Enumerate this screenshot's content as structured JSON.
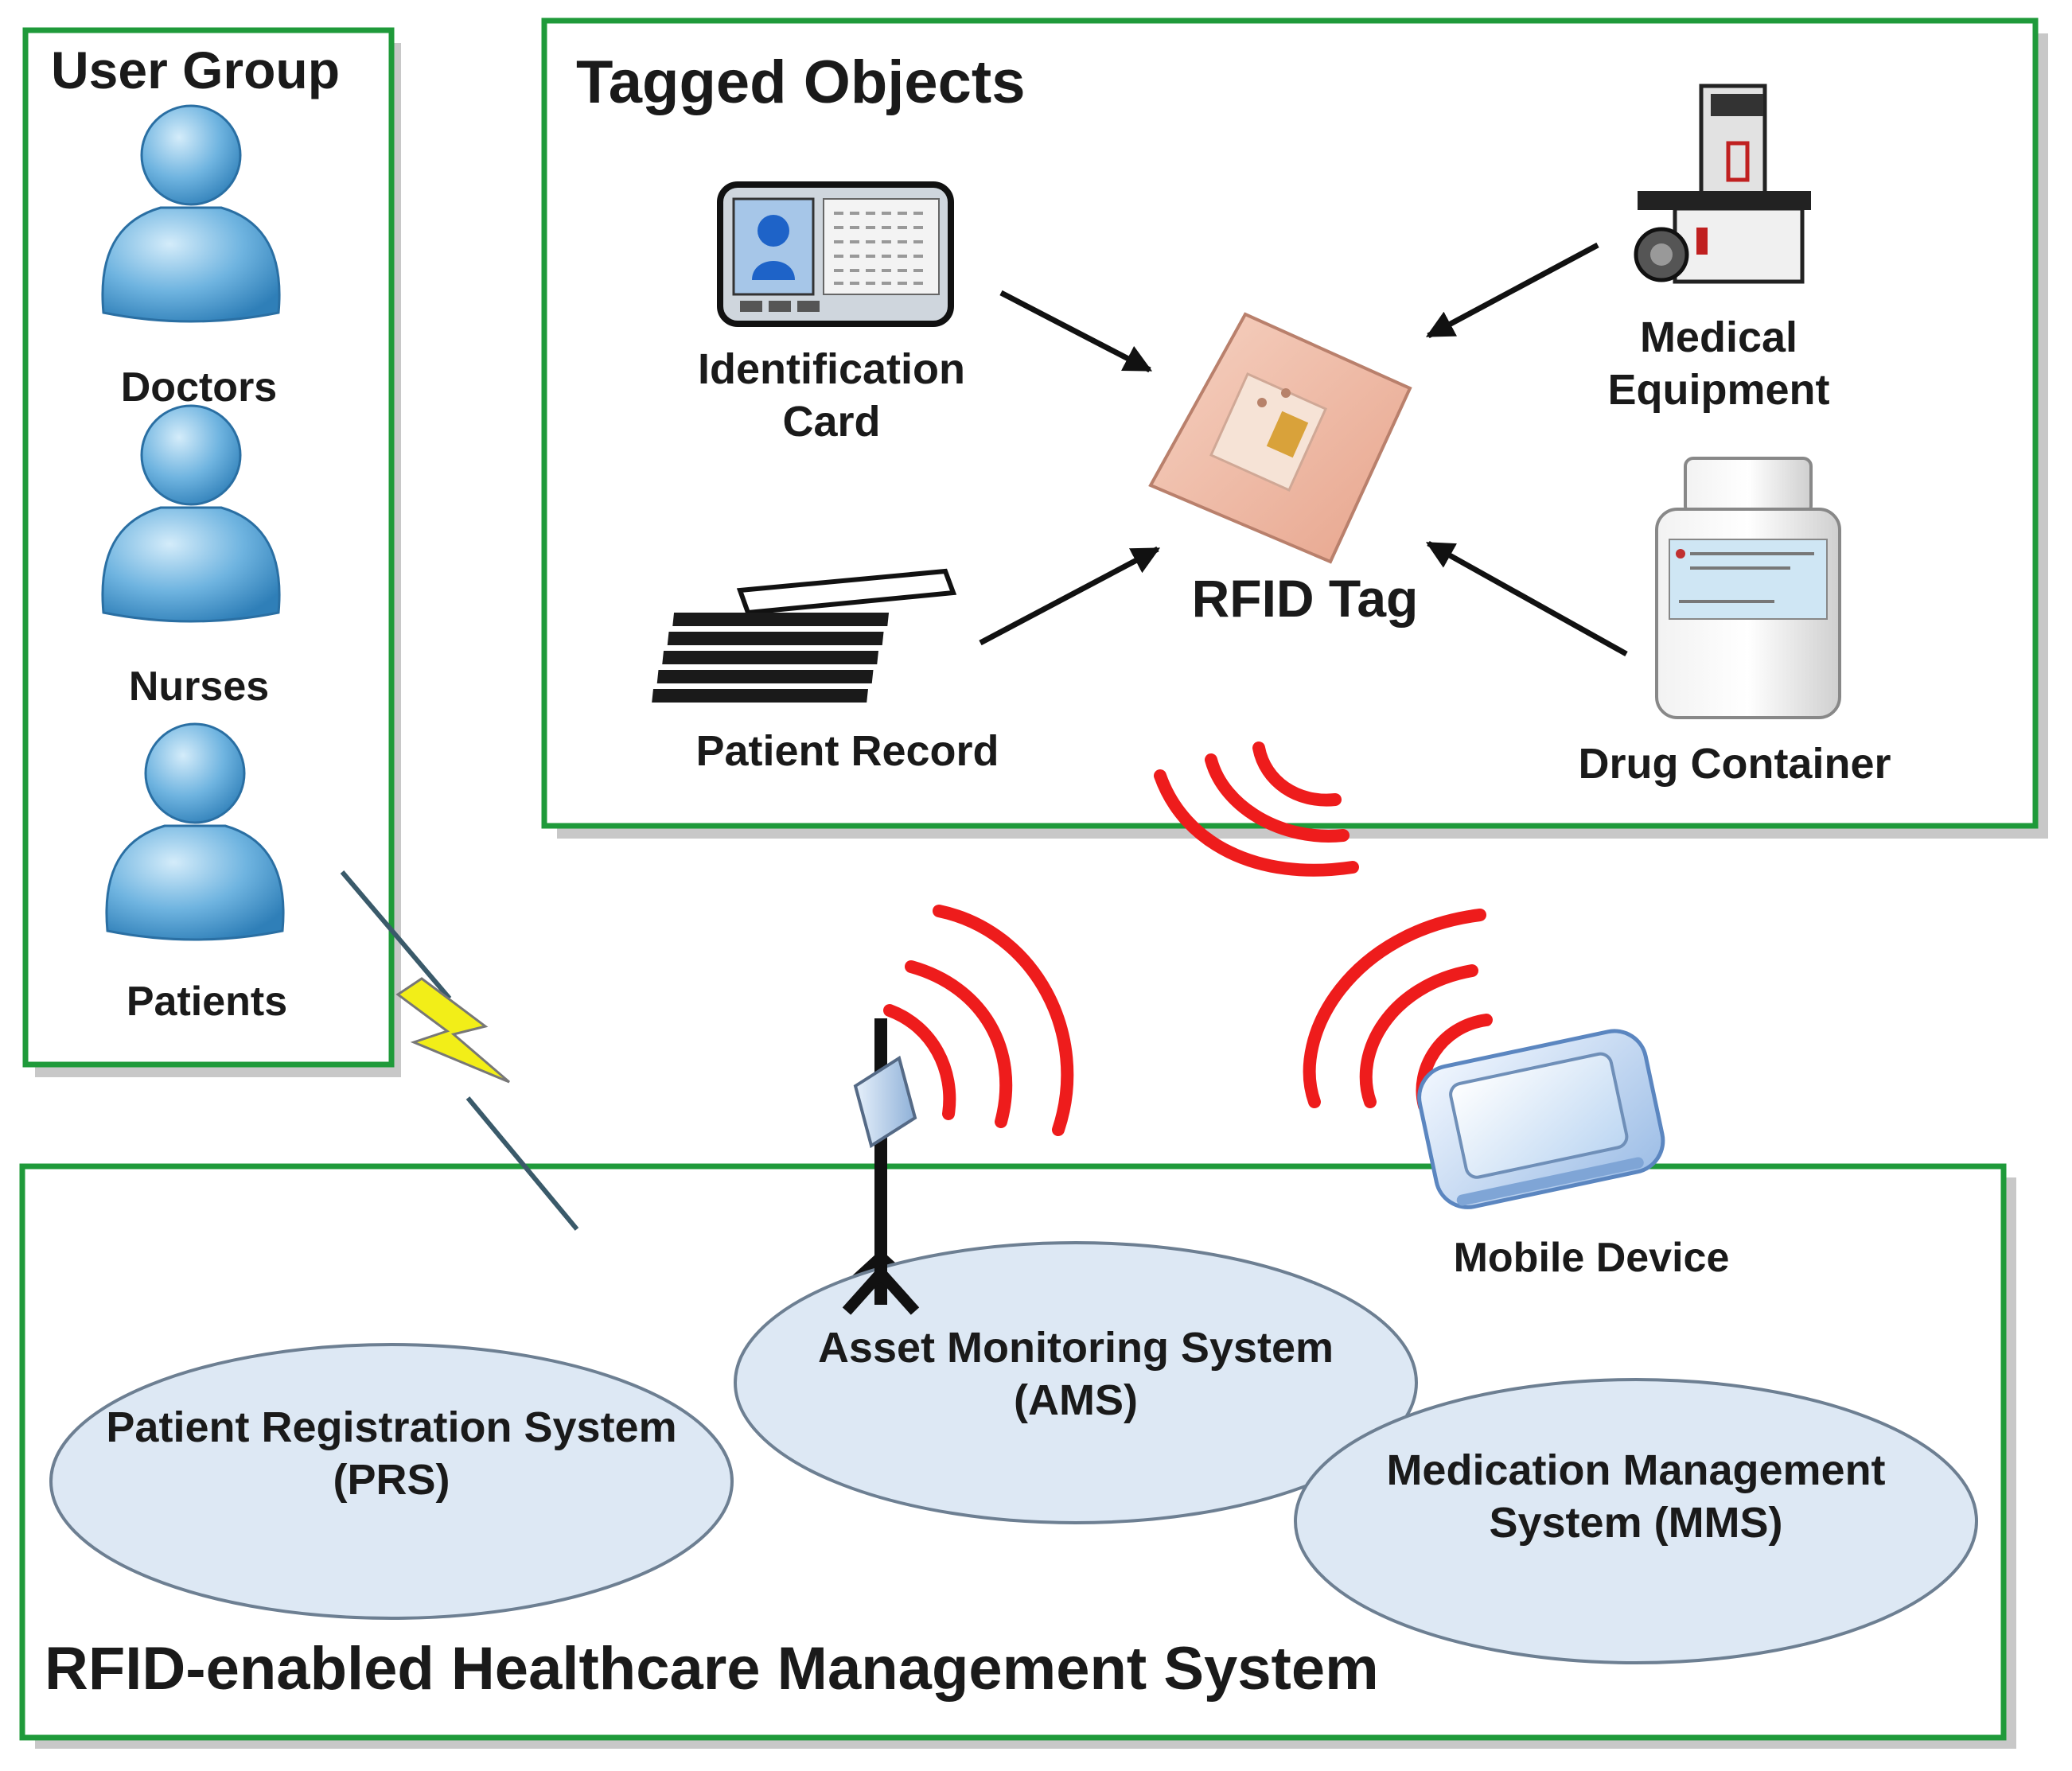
{
  "user_group": {
    "title": "User Group",
    "members": [
      "Doctors",
      "Nurses",
      "Patients"
    ]
  },
  "tagged_objects": {
    "title": "Tagged Objects",
    "identification_card": "Identification\nCard",
    "medical_equipment": "Medical\nEquipment",
    "rfid_tag": "RFID Tag",
    "patient_record": "Patient Record",
    "drug_container": "Drug Container"
  },
  "system": {
    "title": "RFID-enabled Healthcare Management System",
    "mobile_device": "Mobile Device",
    "ams": "Asset Monitoring System\n(AMS)",
    "prs": "Patient Registration System\n(PRS)",
    "mms": "Medication Management\nSystem (MMS)"
  },
  "colors": {
    "frame_green": "#1f9a3a",
    "signal_red": "#ee1c1c",
    "ellipse_fill": "#dde8f4",
    "person_blue": "#5aa8d8",
    "lightning_yellow": "#f2ee18"
  }
}
